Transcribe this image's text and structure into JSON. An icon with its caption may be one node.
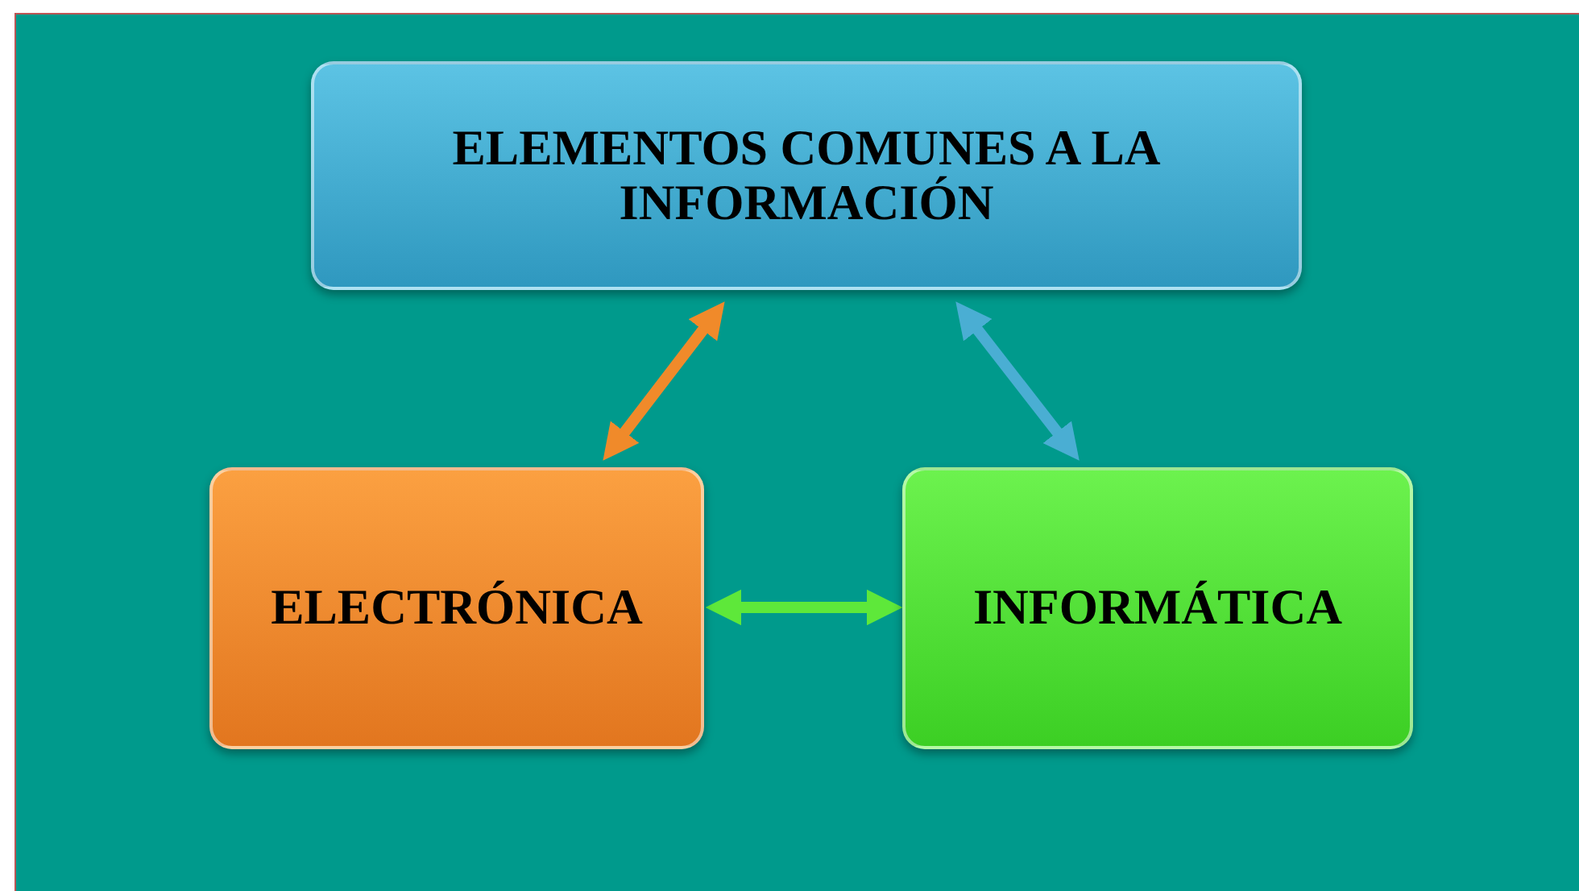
{
  "diagram": {
    "nodes": [
      {
        "text": [
          "ELEMENTOS COMUNES A LA INFORMACIÓN"
        ]
      },
      {
        "text": [
          "ELECTRÓNICA"
        ]
      },
      {
        "text": [
          "INFORMÁTICA"
        ]
      }
    ],
    "edges": [
      {
        "from": 0,
        "to": 1,
        "arrow": "both",
        "color": "#f08a2a"
      },
      {
        "from": 0,
        "to": 2,
        "arrow": "both",
        "color": "#4aaed3"
      },
      {
        "from": 1,
        "to": 2,
        "arrow": "both",
        "color": "#5ee83a"
      }
    ]
  }
}
